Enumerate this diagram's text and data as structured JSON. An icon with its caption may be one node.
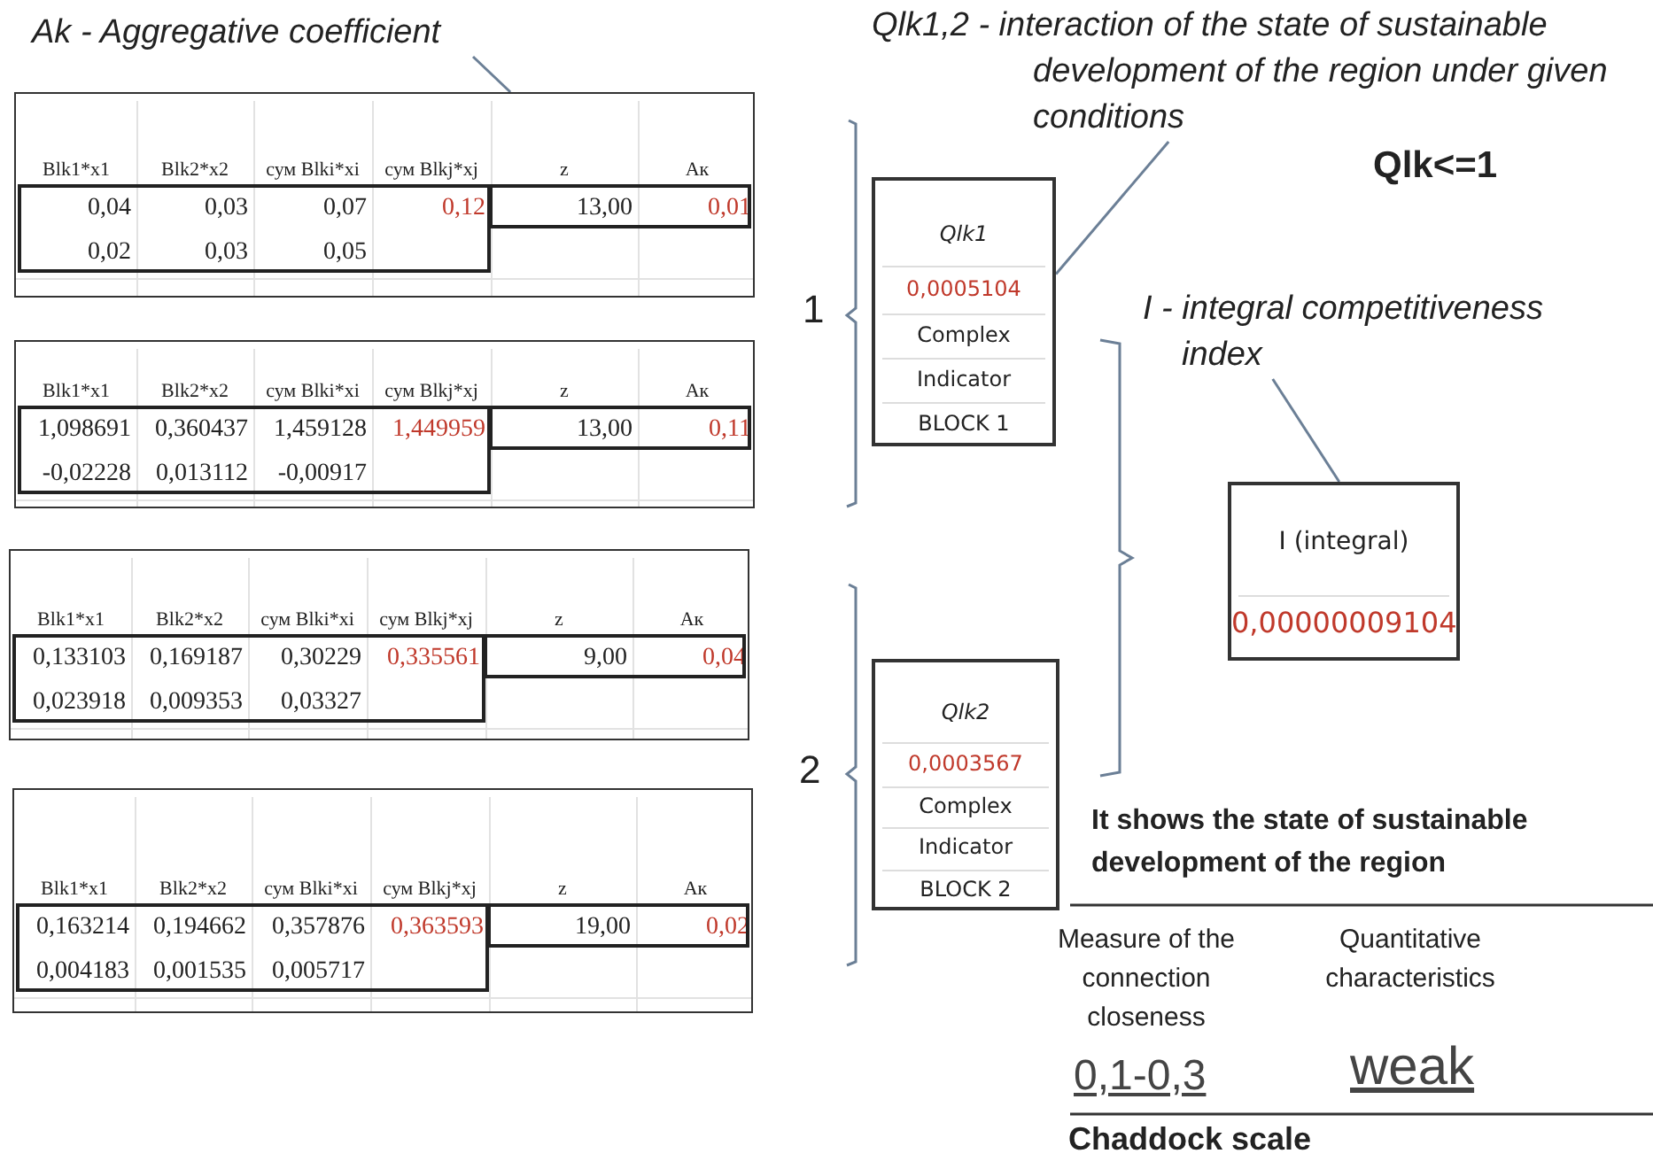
{
  "diagram": {
    "nodes": [
      {
        "text": [
          "Ak - Aggregative coefficient"
        ]
      },
      {
        "text": [
          "Qlk1,2 - interaction of the state of sustainable development of the region under given conditions"
        ]
      },
      {
        "text": [
          "Blk1*x1",
          "Blk2*x2",
          "сум Blki*xi",
          "сум Blkj*xj",
          "z",
          "Ак",
          "0,04",
          "0,03",
          "0,07",
          "0,12",
          "13,00",
          "0,01",
          "0,02",
          "0,03",
          "0,05"
        ]
      },
      {
        "text": [
          "Qlk1",
          "0,0005104",
          "Complex",
          "Indicator",
          "BLOCK 1"
        ]
      },
      {
        "text": [
          "I - integral competitiveness index"
        ]
      },
      {
        "text": [
          "Blk1*x1",
          "Blk2*x2",
          "сум Blki*xi",
          "сум Blkj*xj",
          "z",
          "Ак",
          "1,098691",
          "0,360437",
          "1,459128",
          "1,449959",
          "13,00",
          "0,11",
          "-0,02228",
          "0,013112",
          "-0,00917"
        ]
      },
      {
        "text": [
          "I (integral)",
          "0,00000009104"
        ]
      },
      {
        "text": [
          "Blk1*x1",
          "Blk2*x2",
          "сум Blki*xi",
          "сум Blkj*xj",
          "z",
          "Ак",
          "0,133103",
          "0,169187",
          "0,30229",
          "0,335561",
          "9,00",
          "0,04",
          "0,023918",
          "0,009353",
          "0,03327"
        ]
      },
      {
        "text": [
          "Qlk2",
          "0,0003567",
          "Complex",
          "Indicator",
          "BLOCK 2"
        ]
      },
      {
        "text": [
          "Blk1*x1",
          "Blk2*x2",
          "сум Blki*xi",
          "сум Blkj*xj",
          "z",
          "Ак",
          "0,163214",
          "0,194662",
          "0,357876",
          "0,363593",
          "19,00",
          "0,02",
          "0,004183",
          "0,001535",
          "0,005717"
        ]
      }
    ],
    "edges": [
      {
        "from": 0,
        "to": 2,
        "arrow": "none"
      },
      {
        "from": 1,
        "to": 3,
        "arrow": "none"
      },
      {
        "from": 4,
        "to": 6,
        "arrow": "none"
      }
    ],
    "labels": [
      "Qlk<=1",
      "1",
      "2",
      "It shows the state of sustainable development of the region",
      "Measure of the connection closeness",
      "Quantitative characteristics",
      "0,1-0,3",
      "weak",
      "Chaddock scale"
    ]
  }
}
